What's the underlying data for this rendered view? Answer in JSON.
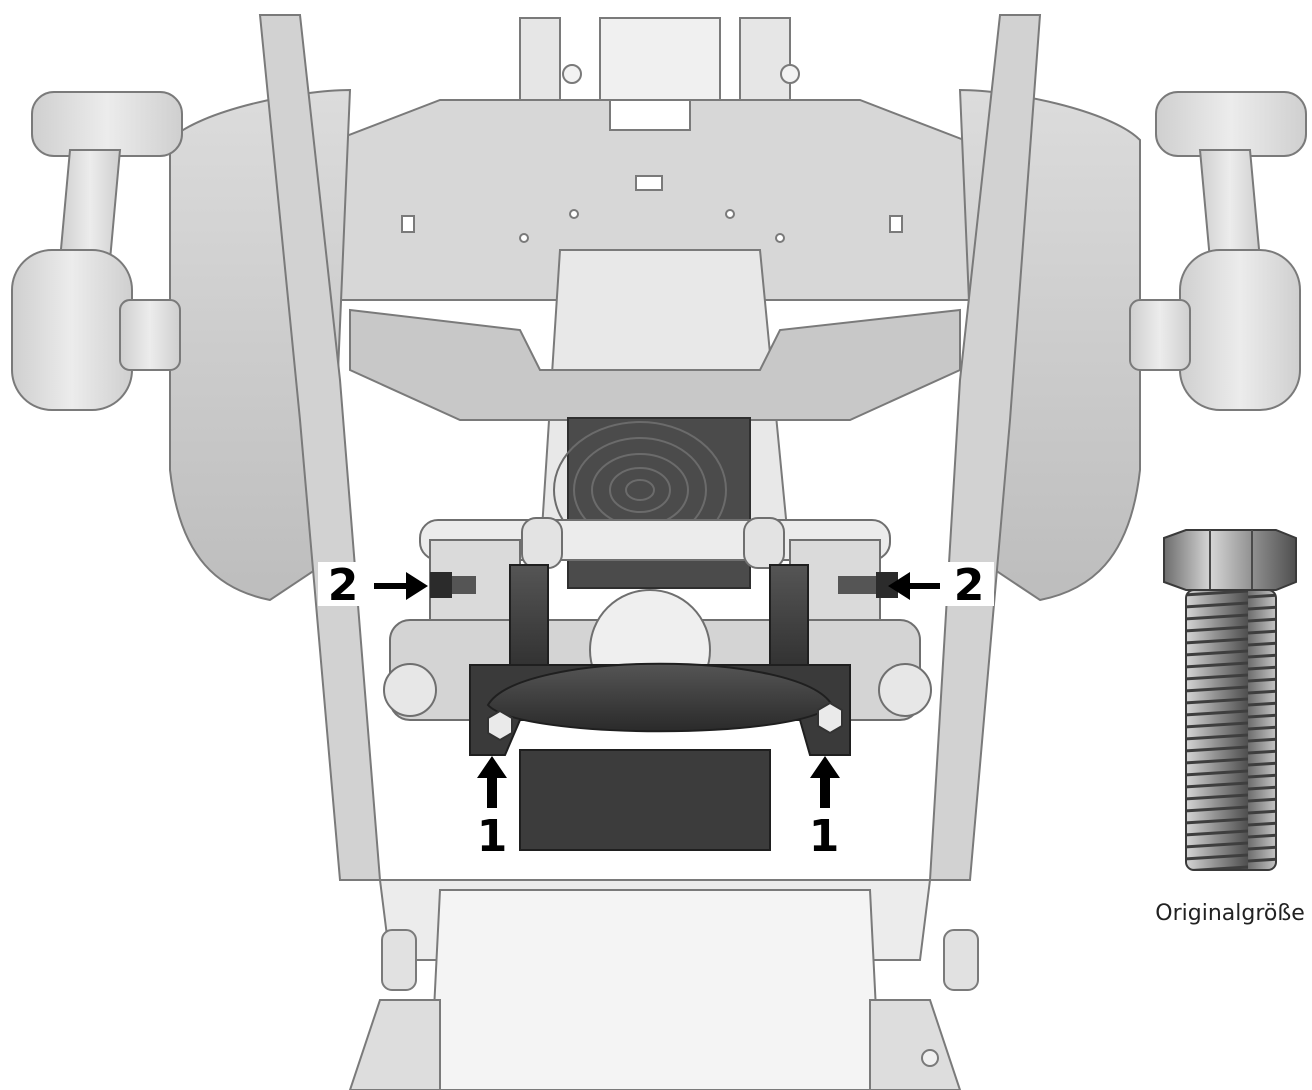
{
  "callouts": {
    "label_1": "1",
    "label_2": "2"
  },
  "inset": {
    "caption": "Originalgröße",
    "icon": "hex-bolt-icon"
  },
  "colors": {
    "background": "#ffffff",
    "frame_light": "#e9e9e9",
    "frame_mid": "#c9c9c9",
    "frame_dark": "#9a9a9a",
    "outline": "#6f6f6f",
    "part_dark": "#3a3a3a",
    "arrow": "#000000"
  }
}
